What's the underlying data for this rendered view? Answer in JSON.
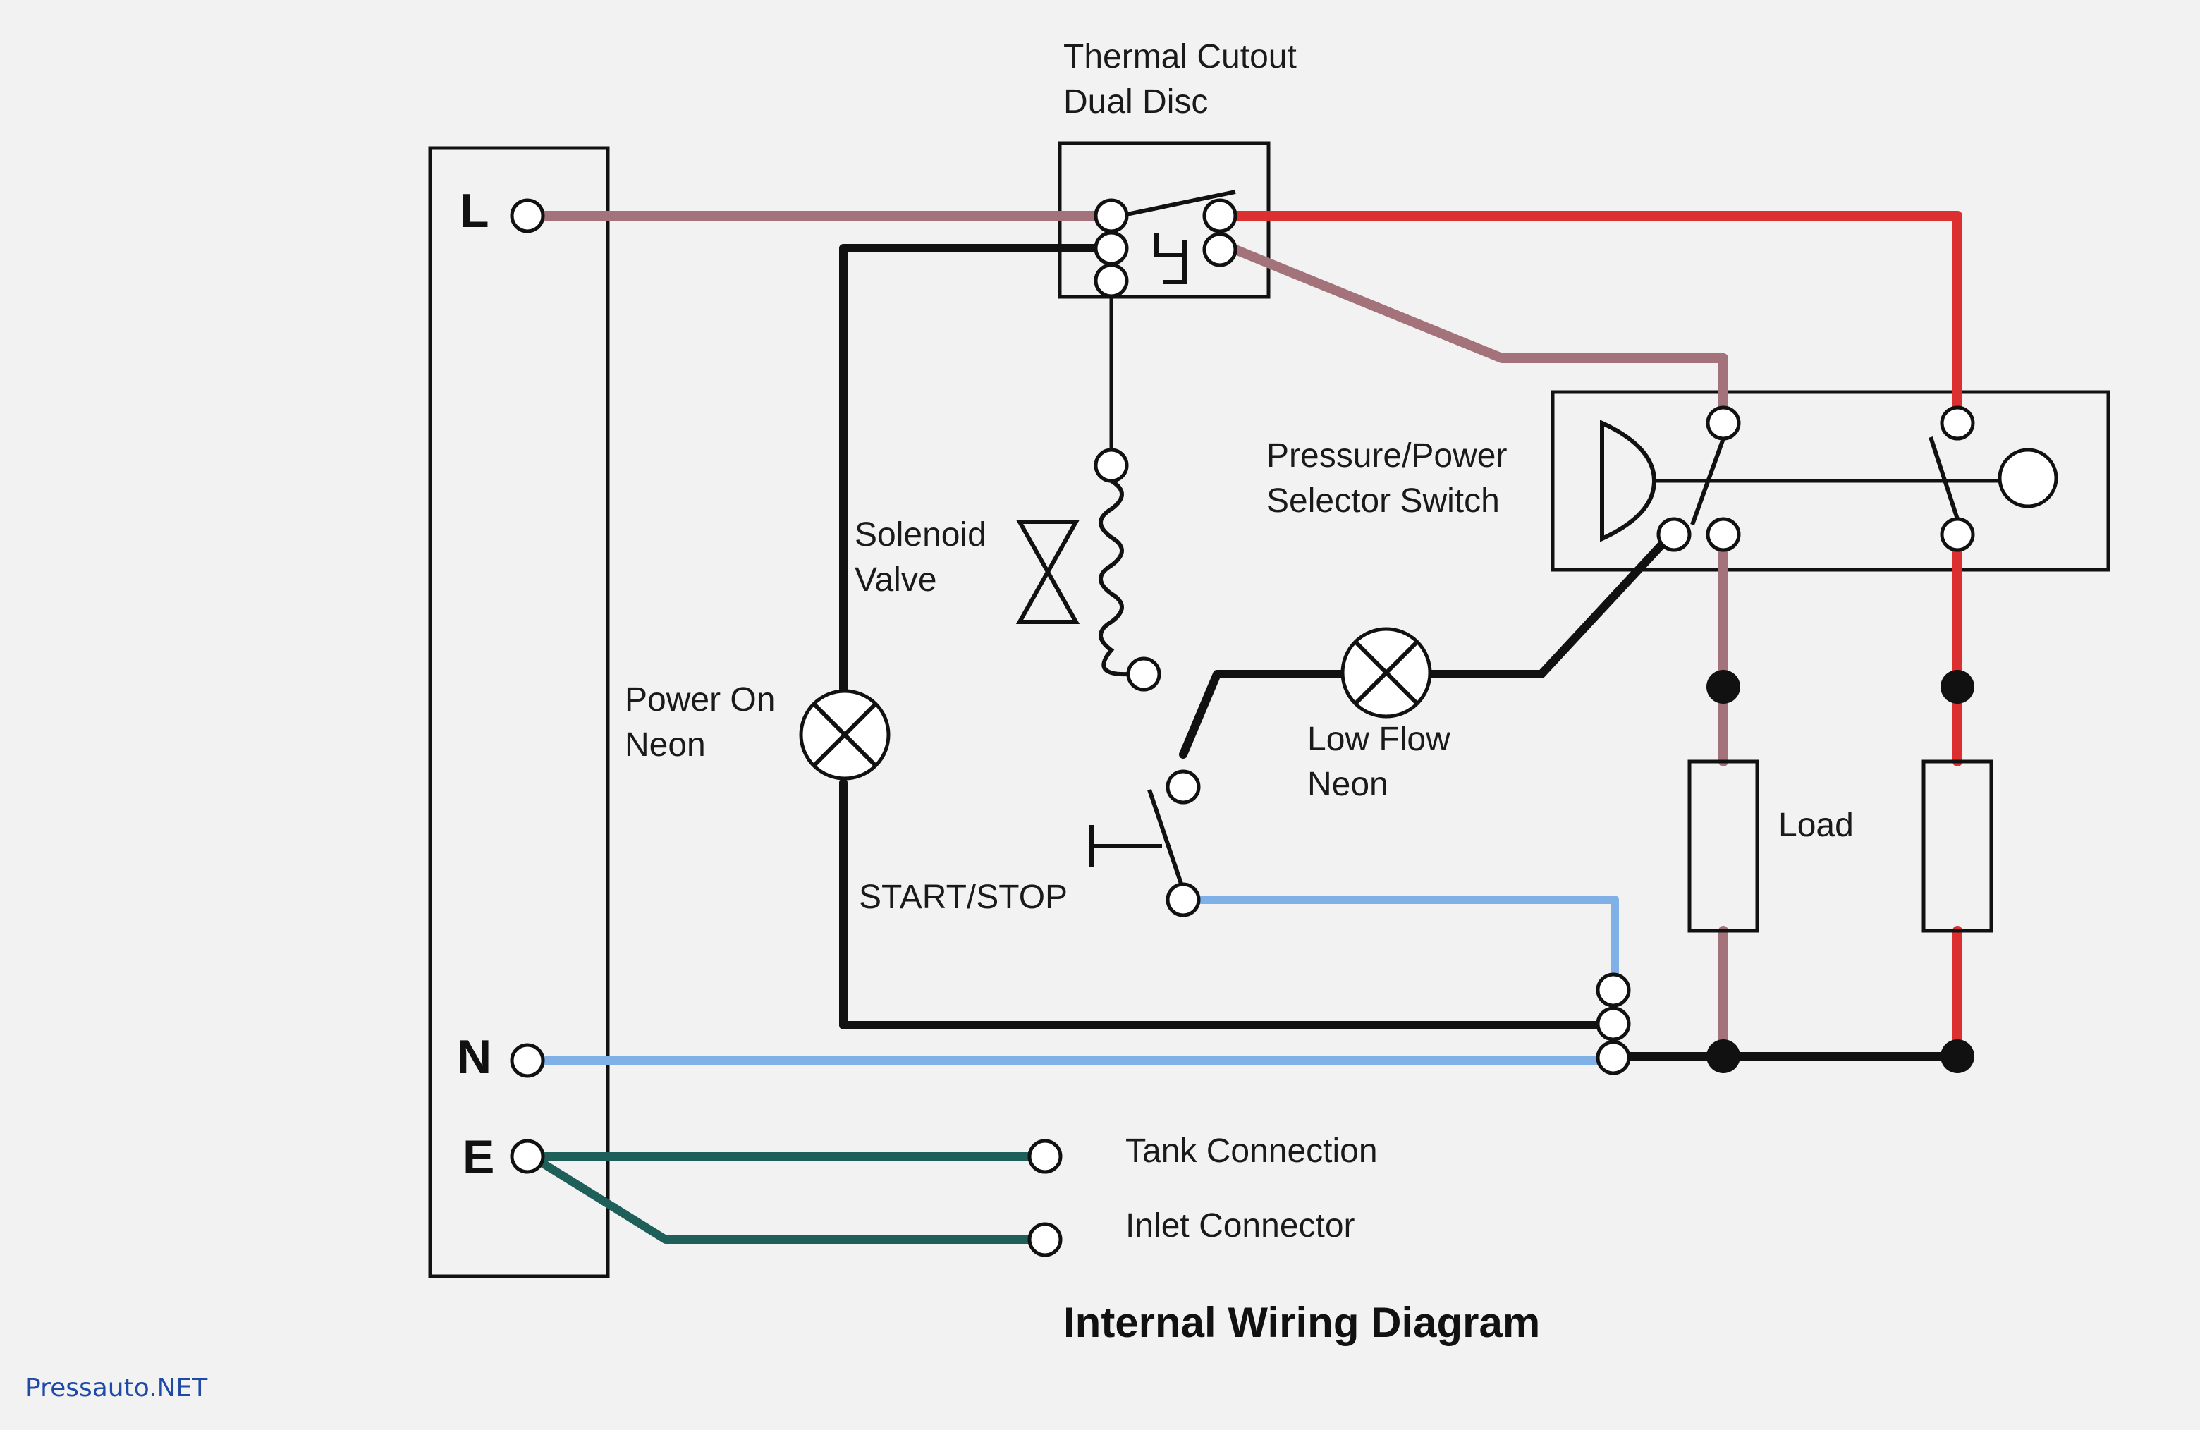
{
  "colors": {
    "background": "#f2f2f2",
    "live_brown": "#a3727a",
    "red": "#dc2f2f",
    "black": "#111111",
    "neutral_blue": "#7fb0e6",
    "earth_green": "#1f5f5a",
    "watermark_blue": "#1f49a6"
  },
  "terminals": {
    "live": "L",
    "neutral": "N",
    "earth": "E"
  },
  "labels": {
    "thermal_cutout_line1": "Thermal Cutout",
    "thermal_cutout_line2": "Dual Disc",
    "pressure_power_line1": "Pressure/Power",
    "pressure_power_line2": "Selector Switch",
    "solenoid_line1": "Solenoid",
    "solenoid_line2": "Valve",
    "power_on_line1": "Power On",
    "power_on_line2": "Neon",
    "low_flow_line1": "Low Flow",
    "low_flow_line2": "Neon",
    "start_stop": "START/STOP",
    "load": "Load",
    "tank_connection": "Tank Connection",
    "inlet_connector": "Inlet Connector"
  },
  "title": "Internal Wiring Diagram",
  "watermark": "Pressauto.NET"
}
